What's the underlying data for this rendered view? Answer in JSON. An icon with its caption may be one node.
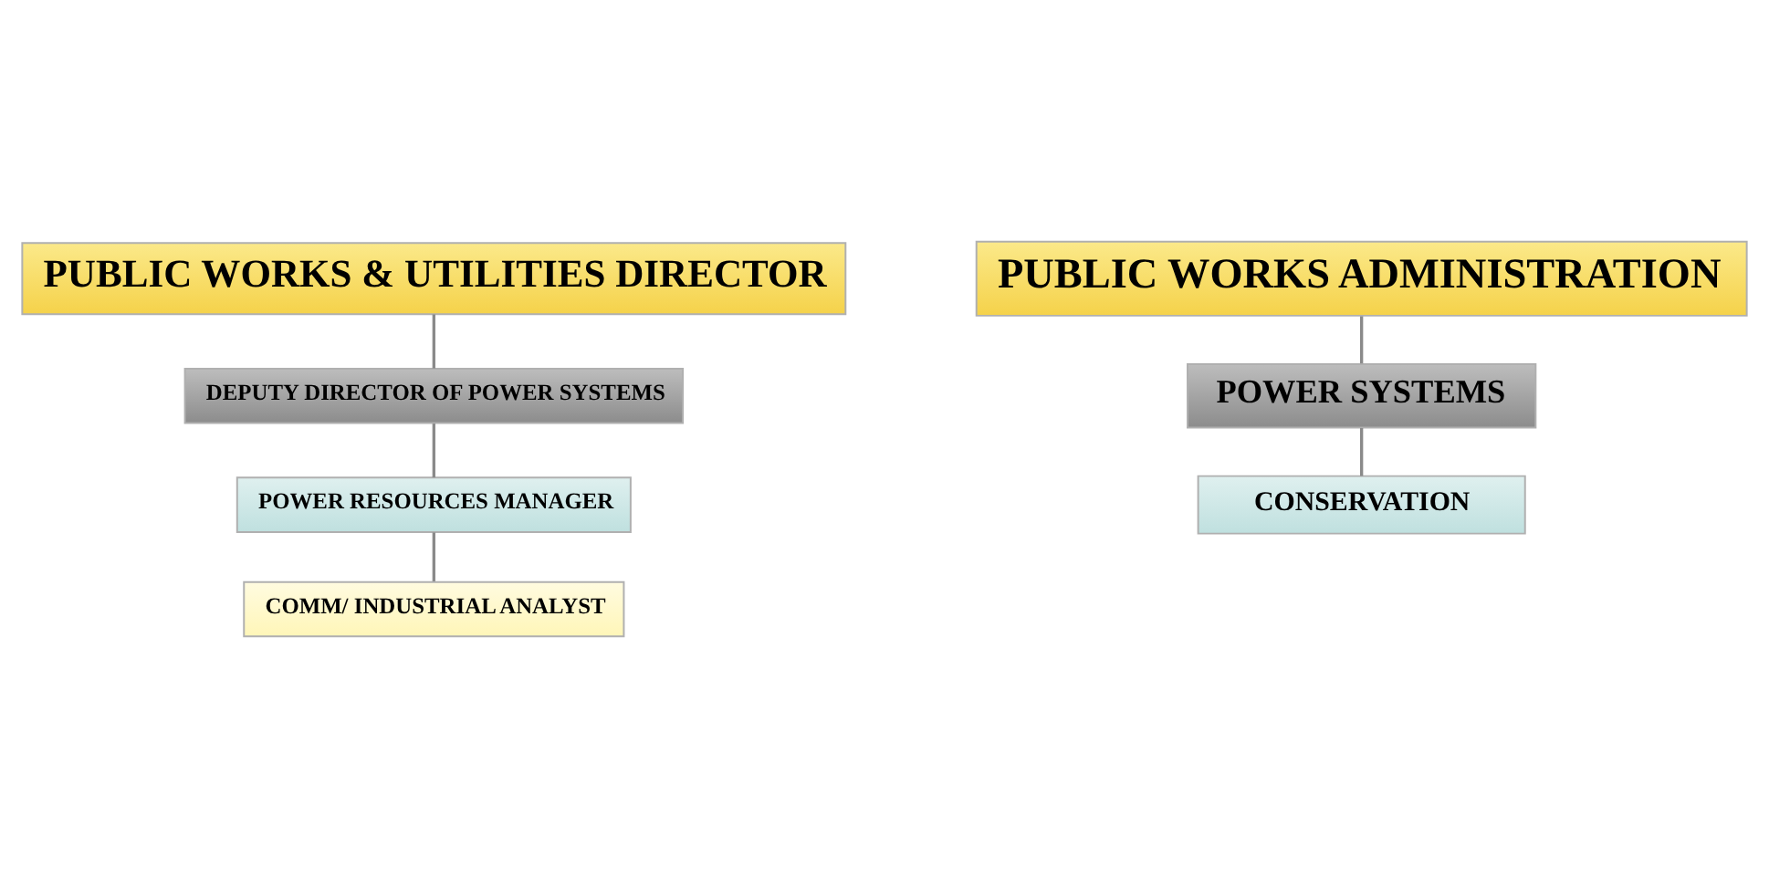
{
  "diagram": {
    "nodes": [
      {
        "text": [
          "PUBLIC WORKS & UTILITIES DIRECTOR"
        ]
      },
      {
        "text": [
          "DEPUTY DIRECTOR OF POWER SYSTEMS"
        ]
      },
      {
        "text": [
          "POWER RESOURCES MANAGER"
        ]
      },
      {
        "text": [
          "COMM/ INDUSTRIAL ANALYST"
        ]
      },
      {
        "text": [
          "PUBLIC WORKS ADMINISTRATION"
        ]
      },
      {
        "text": [
          "POWER SYSTEMS"
        ]
      },
      {
        "text": [
          "CONSERVATION"
        ]
      }
    ],
    "edges": [
      {
        "from": 0,
        "to": 1,
        "arrow": "none"
      },
      {
        "from": 1,
        "to": 2,
        "arrow": "none"
      },
      {
        "from": 2,
        "to": 3,
        "arrow": "none"
      },
      {
        "from": 4,
        "to": 5,
        "arrow": "none"
      },
      {
        "from": 5,
        "to": 6,
        "arrow": "none"
      }
    ]
  }
}
